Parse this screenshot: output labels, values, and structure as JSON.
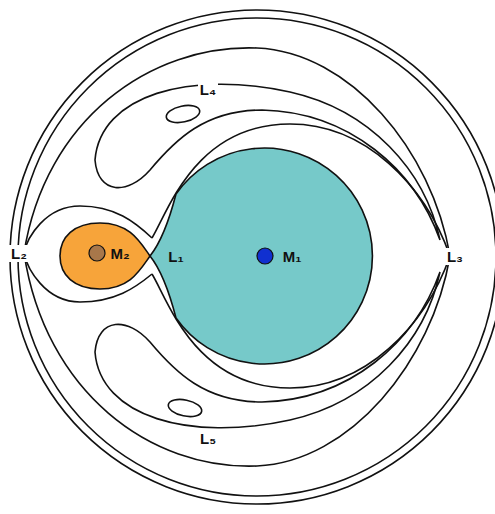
{
  "diagram": {
    "nodes": [
      {
        "text": [
          "M₂"
        ]
      },
      {
        "text": [
          "M₁"
        ]
      }
    ],
    "labels": [
      "L₄",
      "L₂",
      "L₁",
      "L₃",
      "L₅"
    ]
  }
}
